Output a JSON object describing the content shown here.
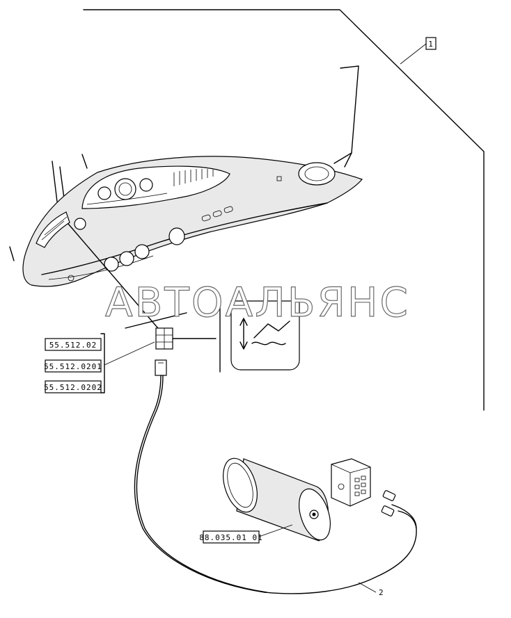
{
  "callouts": {
    "assembly_ref": "1",
    "cable_ref": "2"
  },
  "part_refs": [
    "55.512.02",
    "55.512.0201",
    "55.512.0202"
  ],
  "sensor_ref": "88.035.01 01",
  "watermark": "АВТОАЛЬЯНС"
}
